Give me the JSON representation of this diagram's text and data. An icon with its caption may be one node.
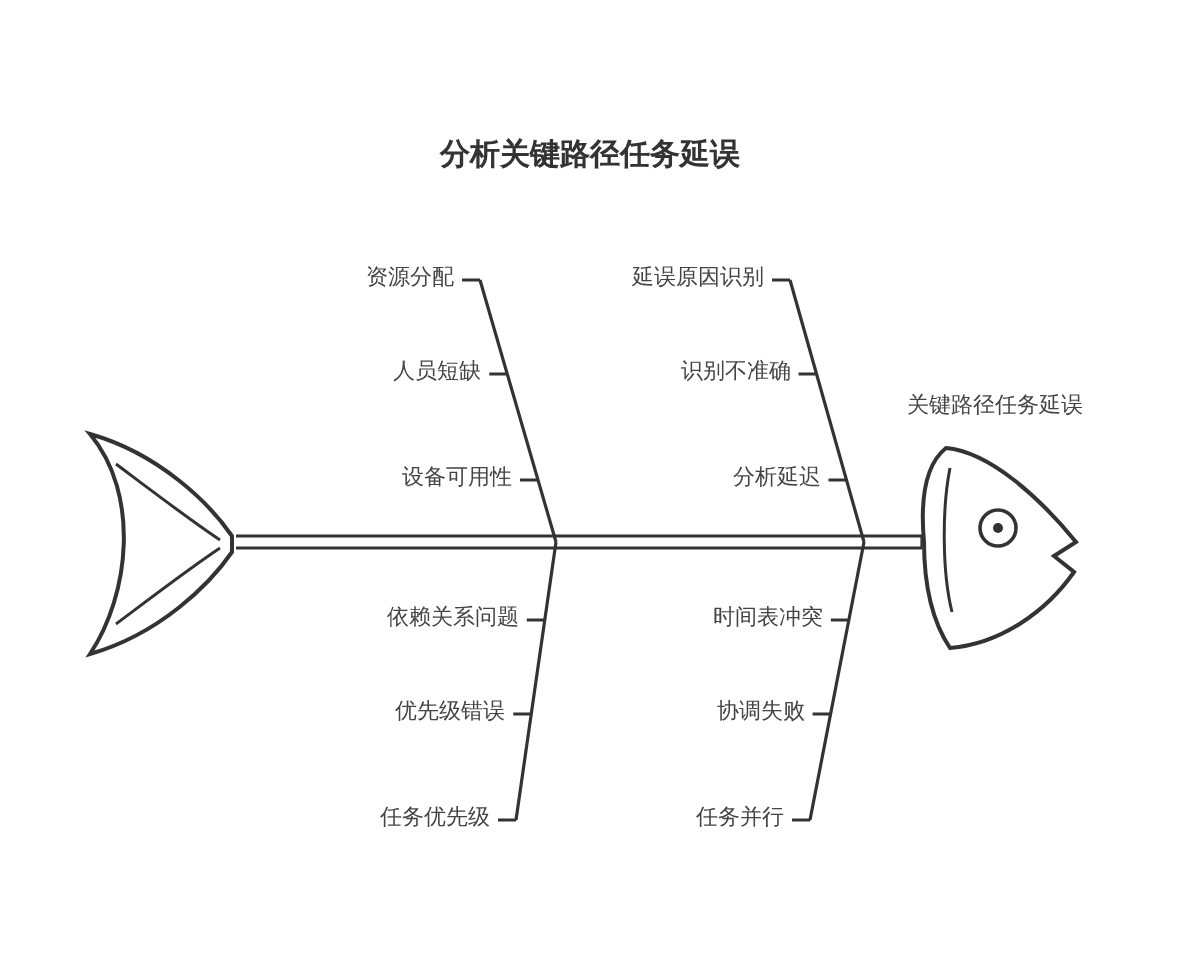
{
  "diagram": {
    "title": "分析关键路径任务延误",
    "nodes": [
      {
        "text": [],
        "shape": "picture"
      },
      {
        "text": [
          "关键路径任务延误"
        ]
      }
    ],
    "edges": [
      {
        "from": 0,
        "to": 1,
        "arrow": "none"
      }
    ],
    "labels": [
      "资源分配",
      "延误原因识别",
      "人员短缺",
      "识别不准确",
      "设备可用性",
      "分析延迟",
      "依赖关系问题",
      "时间表冲突",
      "优先级错误",
      "协调失败",
      "任务优先级",
      "任务并行"
    ]
  }
}
